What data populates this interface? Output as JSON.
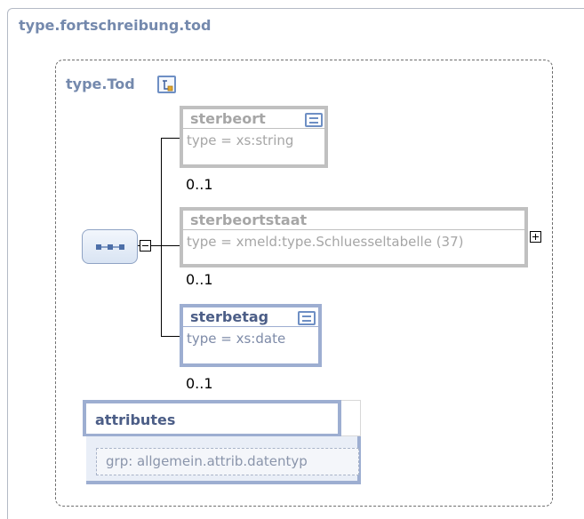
{
  "outer": {
    "title": "type.fortschreibung.tod"
  },
  "inner": {
    "title": "type.Tod"
  },
  "elements": [
    {
      "name": "sterbeort",
      "type": "type = xs:string",
      "cardinality": "0..1"
    },
    {
      "name": "sterbeortstaat",
      "type": "type = xmeld:type.Schluesseltabelle (37)",
      "cardinality": "0..1"
    },
    {
      "name": "sterbetag",
      "type": "type = xs:date",
      "cardinality": "0..1"
    }
  ],
  "attributes": {
    "label": "attributes",
    "group": "grp: allgemein.attrib.datentyp"
  },
  "colors": {
    "title_blue": "#7489ad",
    "active_border": "#9daed1",
    "inactive_border": "#c0c0c0",
    "dashed_frame": "#6f6f6f"
  },
  "icons": {
    "complex_type": "complex-type-icon",
    "sequence": "sequence-icon",
    "documentation": "documentation-icon"
  }
}
